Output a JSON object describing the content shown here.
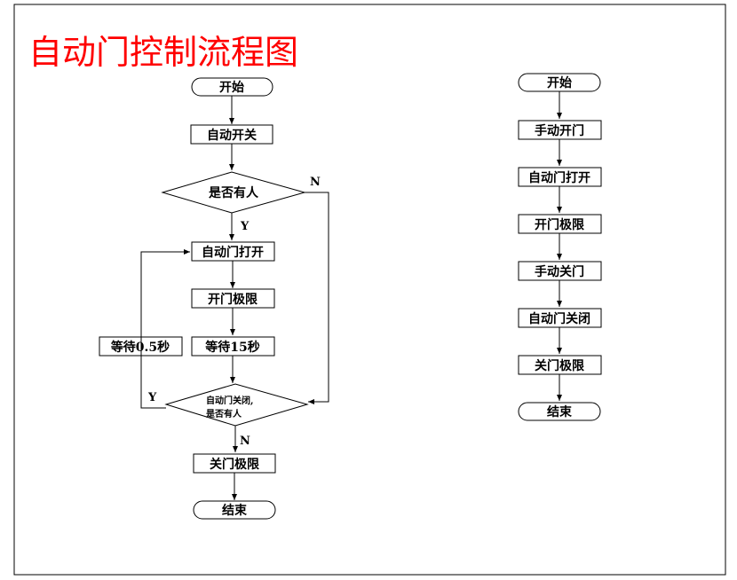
{
  "title": "自动门控制流程图",
  "auto_flow": {
    "start": "开始",
    "auto_switch": "自动开关",
    "decision_person": "是否有人",
    "label_n1": "N",
    "label_y1": "Y",
    "door_open": "自动门打开",
    "open_limit": "开门极限",
    "wait_05": "等待0.5秒",
    "wait_15": "等待15秒",
    "decision_close_line1": "自动门关闭,",
    "decision_close_line2": "是否有人",
    "label_y2": "Y",
    "label_n2": "N",
    "close_limit": "关门极限",
    "end": "结束"
  },
  "manual_flow": {
    "start": "开始",
    "manual_open": "手动开门",
    "door_open": "自动门打开",
    "open_limit": "开门极限",
    "manual_close": "手动关门",
    "door_close": "自动门关闭",
    "close_limit": "关门极限",
    "end": "结束"
  }
}
